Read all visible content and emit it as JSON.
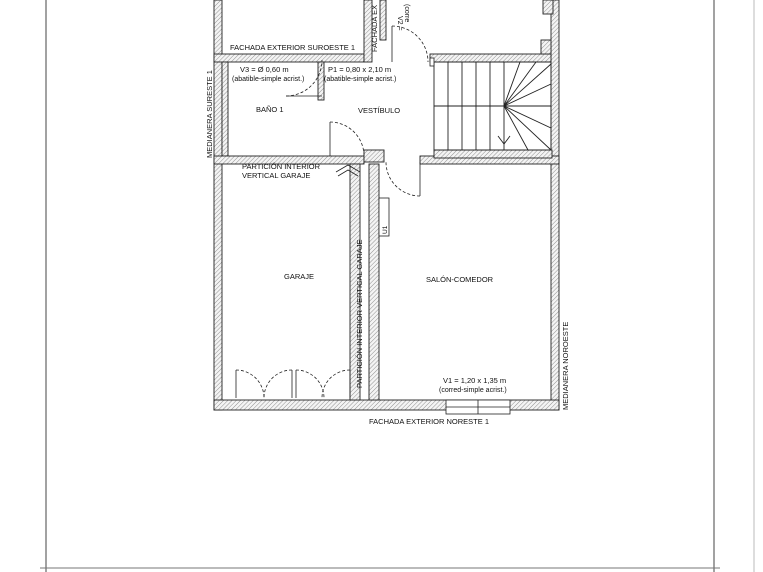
{
  "plan": {
    "labels": {
      "fachada_suroeste": "FACHADA EXTERIOR SUROESTE 1",
      "fachada_vertical": "FACHADA EX",
      "v2_top": "V2 =",
      "v2_sub": "(corre",
      "v3_line1": "V3 =  Ø 0,60  m",
      "v3_line2": "(abatible-simple acrist.)",
      "p1_line1": "P1 = 0,80 x 2,10 m",
      "p1_line2": "(abatible-simple acrist.)",
      "bano": "BAÑO 1",
      "vestibulo": "VESTÍBULO",
      "particion_line1": "PARTICIÓN INTERIOR",
      "particion_line2": "VERTICAL GARAJE",
      "garaje": "GARAJE",
      "salon": "SALÓN-COMEDOR",
      "particion_vertical": "PARTICIÓN INTERIOR VERTICAL GARAJE",
      "medianera_sureste": "MEDIANERA SURESTE 1",
      "medianera_noroeste": "MEDIANERA NOROESTE",
      "u1": "U1",
      "v1_line1": "V1 = 1,20 x 1,35 m",
      "v1_line2": "(corred-simple acrist.)",
      "fachada_noreste": "FACHADA EXTERIOR NORESTE 1"
    }
  }
}
